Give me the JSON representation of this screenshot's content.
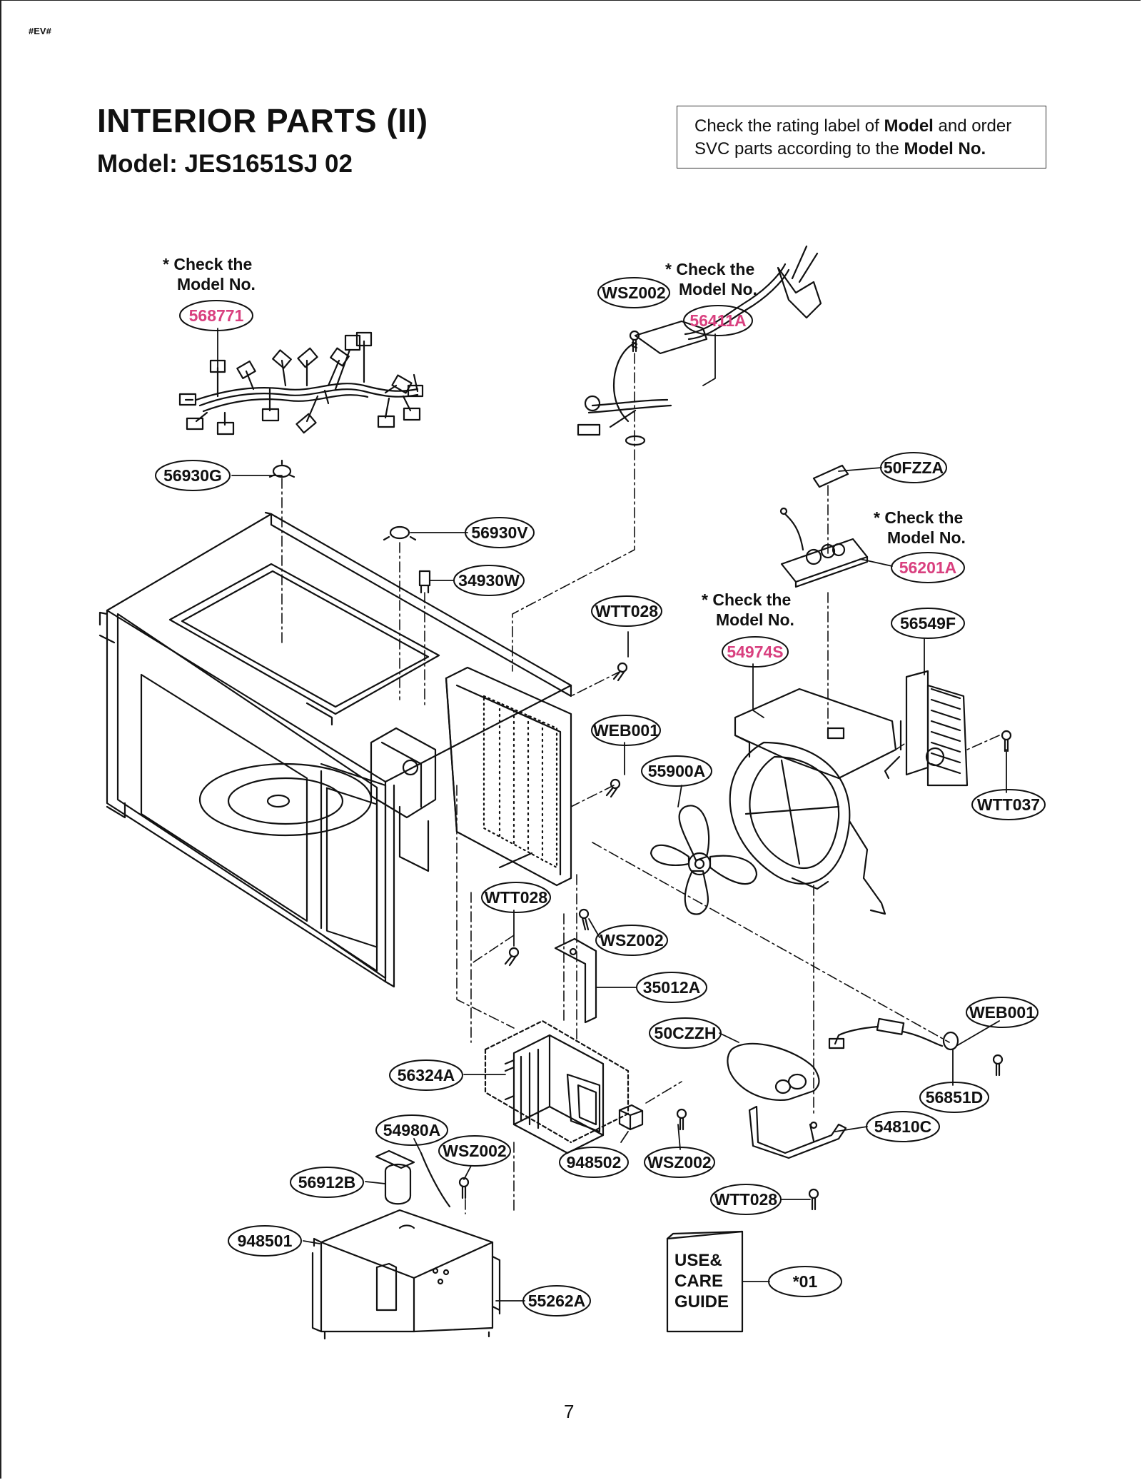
{
  "header": {
    "tag": "#EV#",
    "title": "INTERIOR PARTS (II)",
    "model_label": "Model: JES1651SJ 02"
  },
  "notice": {
    "part1": "Check the rating label of ",
    "bold1": "Model",
    "part2": " and order SVC parts according to the ",
    "bold2": "Model No."
  },
  "notes": {
    "check_line1": "* Check the",
    "check_line2": "Model No."
  },
  "callouts": {
    "harness": "568771",
    "cord": "56411A",
    "wsz002_top": "WSZ002",
    "thermo_left": "56930G",
    "thermo_mid": "56930V",
    "switch_34930w": "34930W",
    "fuse": "50FZZA",
    "noise_filter": "56201A",
    "wtt028_upper": "WTT028",
    "duct": "54974S",
    "fan_motor": "56549F",
    "web001_upper": "WEB001",
    "fan_blade": "55900A",
    "wtt037": "WTT037",
    "wtt028_mid": "WTT028",
    "wsz002_mid": "WSZ002",
    "bracket_35012a": "35012A",
    "capacitor": "50CZZH",
    "web001_right": "WEB001",
    "magnetron": "56324A",
    "diode": "56851D",
    "cap_bracket": "54810C",
    "fuse_54980a": "54980A",
    "wsz002_low": "WSZ002",
    "part_948502": "948502",
    "wsz002_low2": "WSZ002",
    "motor_56912b": "56912B",
    "wtt028_low": "WTT028",
    "part_948501": "948501",
    "transformer": "55262A",
    "guide_part": "*01"
  },
  "guide": {
    "line1": "USE&",
    "line2": "CARE",
    "line3": "GUIDE"
  },
  "footer": {
    "page_number": "7"
  },
  "colors": {
    "highlight": "#d9407f",
    "ink": "#111111"
  }
}
